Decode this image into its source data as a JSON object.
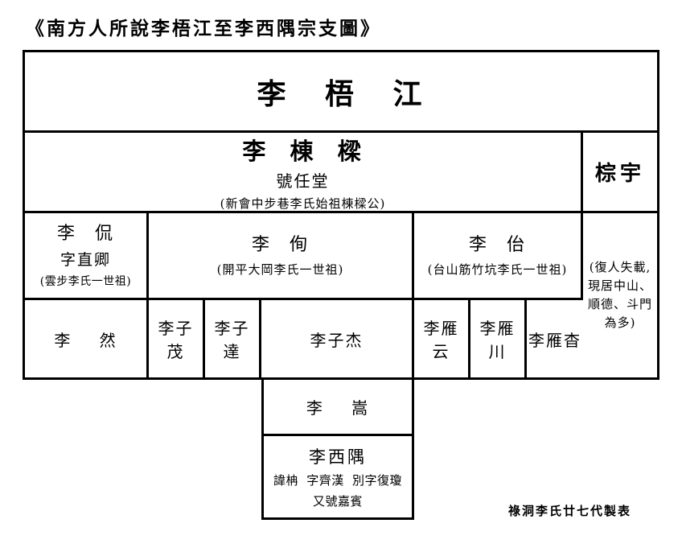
{
  "page": {
    "title": "《南方人所說李梧江至李西隅宗支圖》",
    "credit": "祿洞李氏廿七代製表"
  },
  "tree": {
    "gen1": {
      "name": "李 梧 江"
    },
    "gen2": {
      "main": {
        "name": "李 棟 樑",
        "alias": "號任堂",
        "note": "(新會中步巷李氏始祖棟樑公)"
      },
      "side": {
        "name": "棕宇"
      }
    },
    "gen3": {
      "sons": [
        {
          "name": "李 侃",
          "courtesy": "字直卿",
          "note": "(雲步李氏一世祖)"
        },
        {
          "name": "李 侚",
          "note": "(開平大岡李氏一世祖)"
        },
        {
          "name": "李 佁",
          "note": "(台山筋竹坑李氏一世祖)"
        }
      ],
      "side_note": {
        "lines": [
          "(復人失載,",
          "現居中山、",
          "順德、斗門",
          "為多)"
        ]
      }
    },
    "gen4": {
      "sons": [
        "李 然",
        "李子茂",
        "李子達",
        "李子杰",
        "李雁云",
        "李雁川",
        "李雁杳"
      ]
    },
    "gen5": {
      "name": "李 嵩"
    },
    "gen6": {
      "name": "李西隅",
      "detail1": "諱柟 字齊漢 別字復瓊",
      "detail2": "又號嘉賓"
    }
  }
}
